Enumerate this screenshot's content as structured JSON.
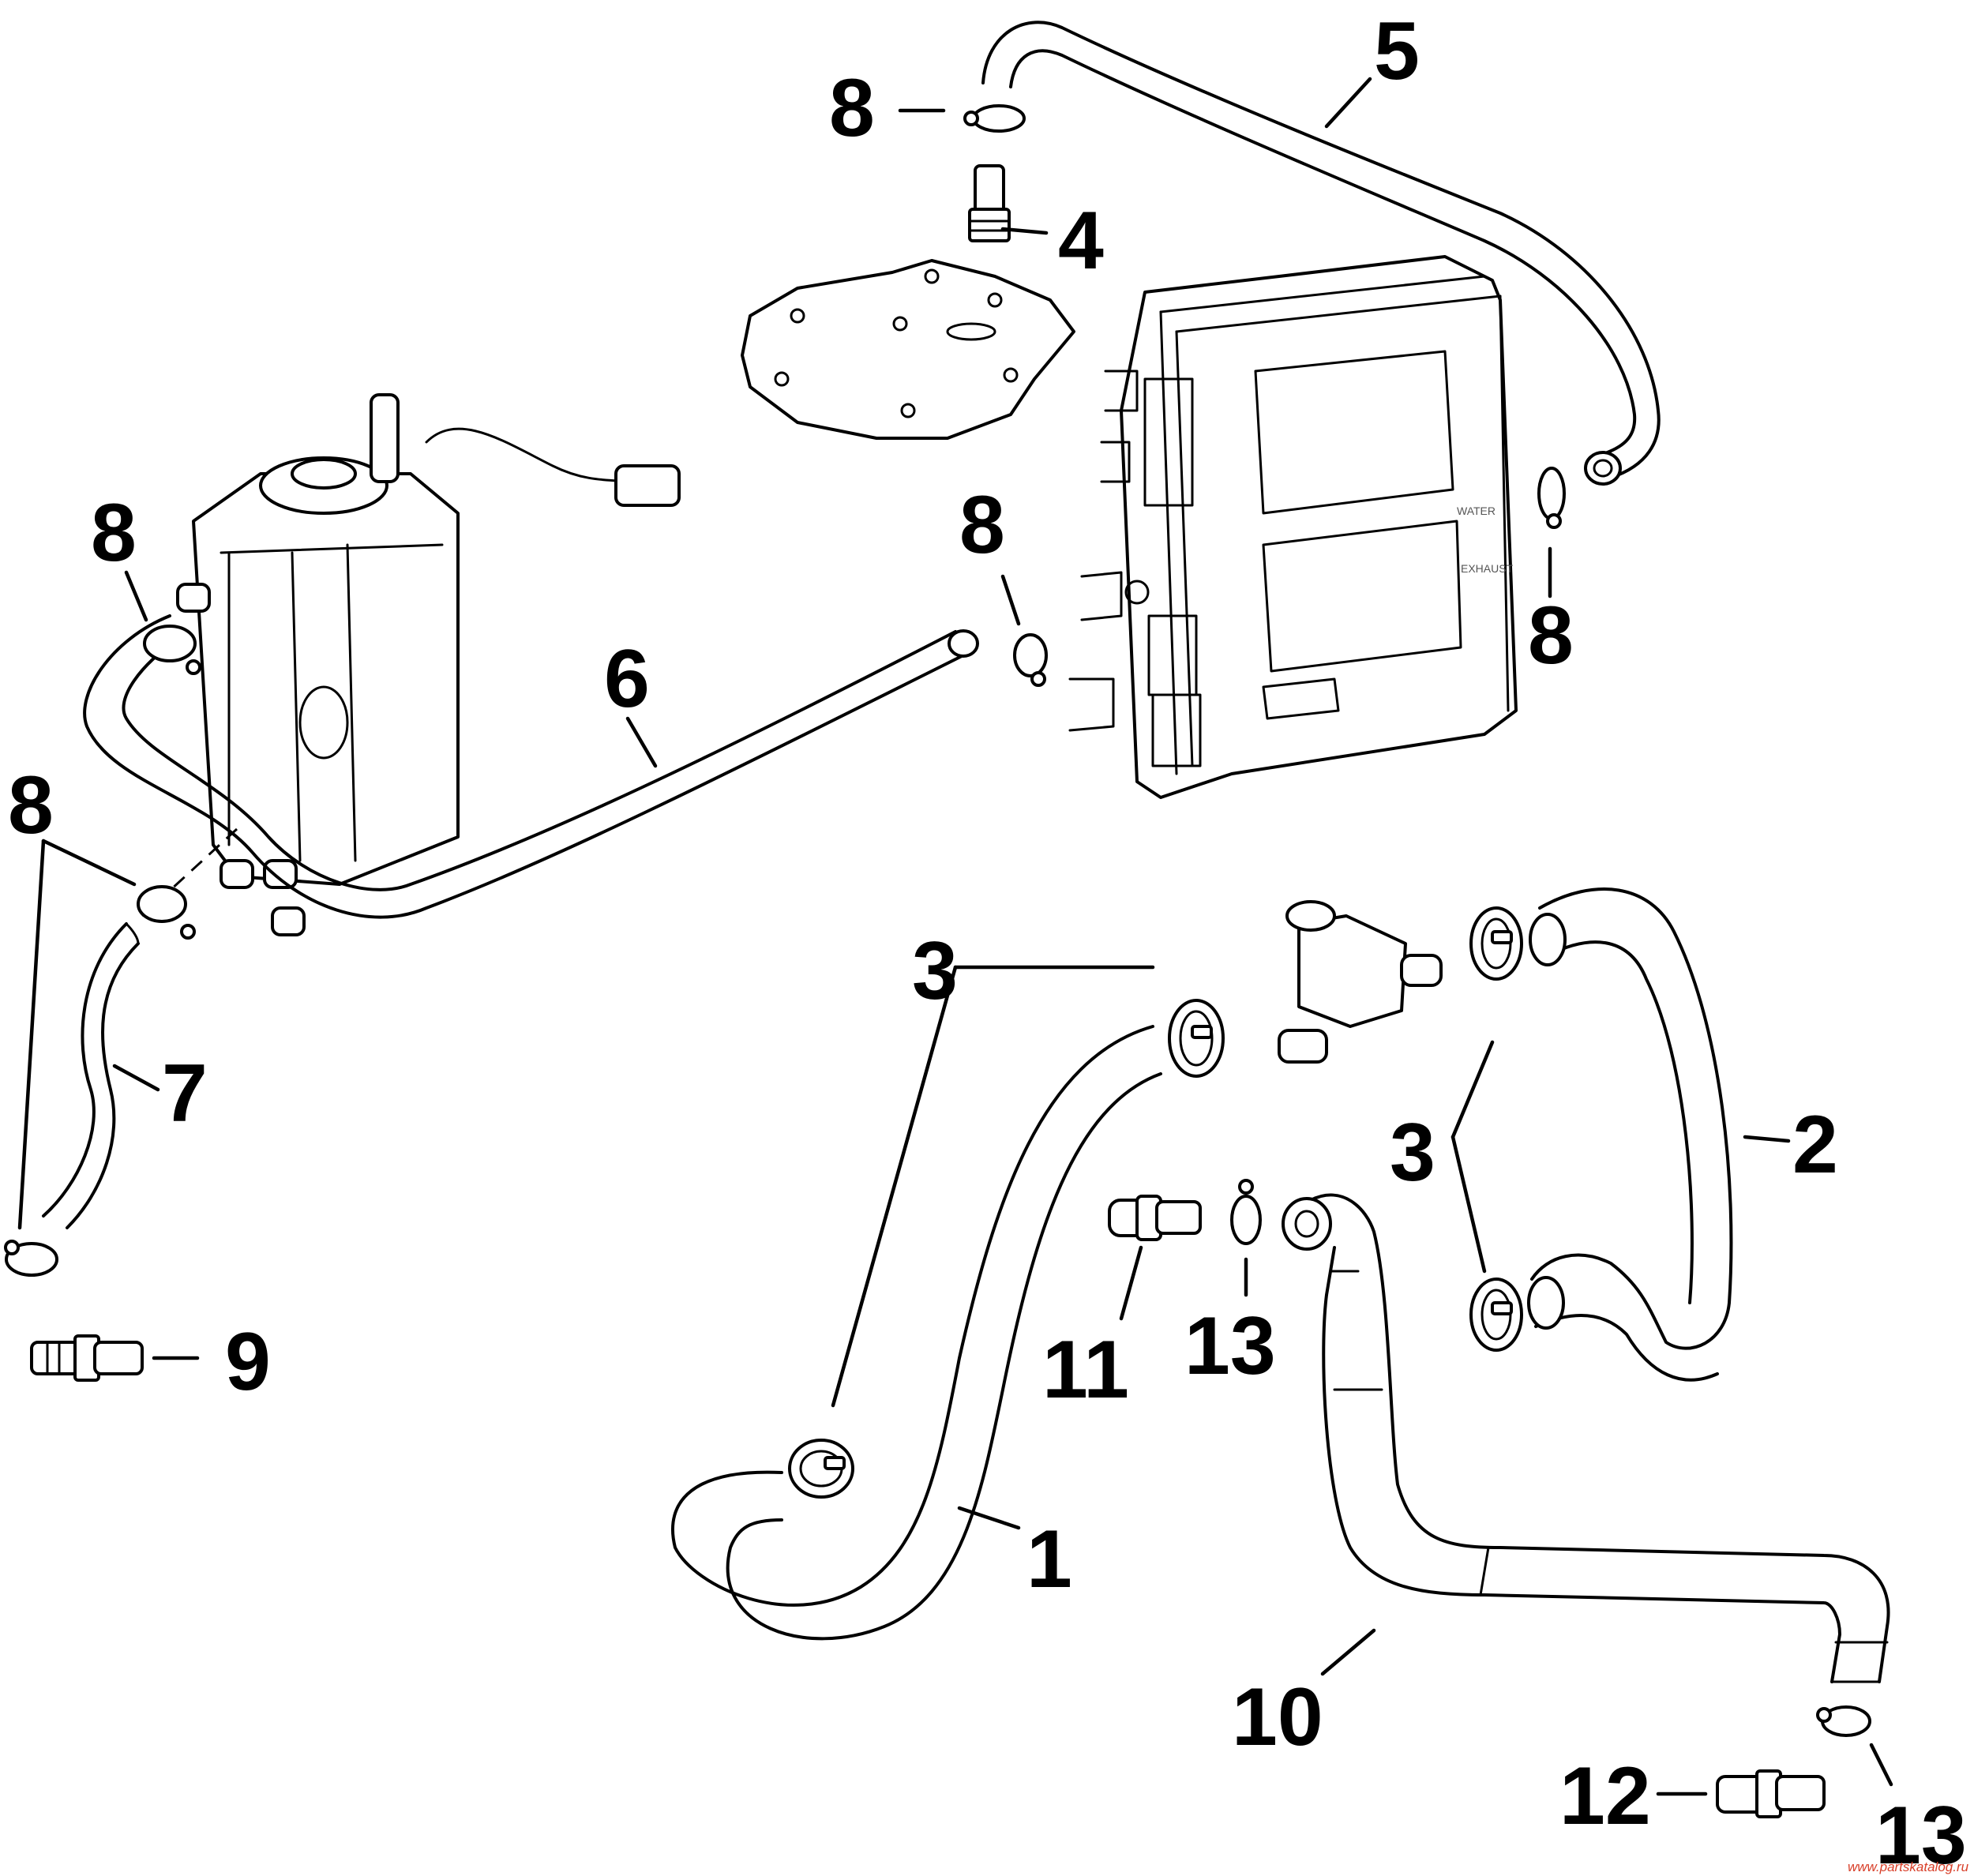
{
  "callouts": [
    {
      "id": "callout-1",
      "text": "1"
    },
    {
      "id": "callout-2",
      "text": "2"
    },
    {
      "id": "callout-3a",
      "text": "3"
    },
    {
      "id": "callout-3b",
      "text": "3"
    },
    {
      "id": "callout-4",
      "text": "4"
    },
    {
      "id": "callout-5",
      "text": "5"
    },
    {
      "id": "callout-6",
      "text": "6"
    },
    {
      "id": "callout-7",
      "text": "7"
    },
    {
      "id": "callout-8a",
      "text": "8"
    },
    {
      "id": "callout-8b",
      "text": "8"
    },
    {
      "id": "callout-8c",
      "text": "8"
    },
    {
      "id": "callout-8d",
      "text": "8"
    },
    {
      "id": "callout-8e",
      "text": "8"
    },
    {
      "id": "callout-9",
      "text": "9"
    },
    {
      "id": "callout-10",
      "text": "10"
    },
    {
      "id": "callout-11",
      "text": "11"
    },
    {
      "id": "callout-12",
      "text": "12"
    },
    {
      "id": "callout-13a",
      "text": "13"
    },
    {
      "id": "callout-13b",
      "text": "13"
    }
  ],
  "module_labels": {
    "water": "WATER",
    "exhaust": "EXHAUST"
  },
  "watermark": "www.partskatalog.ru"
}
